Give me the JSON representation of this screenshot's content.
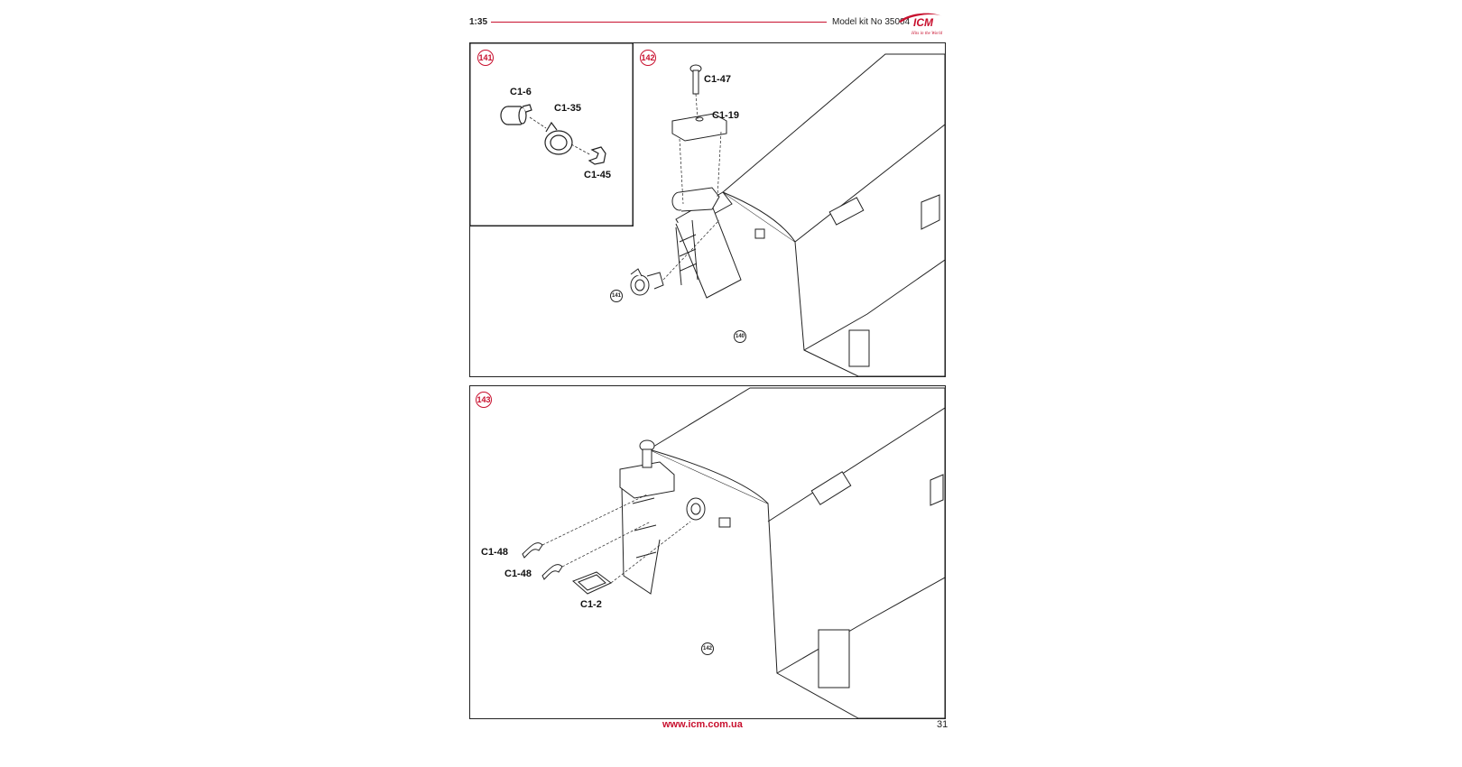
{
  "header": {
    "scale": "1:35",
    "kit": "Model kit No 35004",
    "brand": "ICM",
    "brand_tagline": "Hits in the World"
  },
  "steps": {
    "s141": {
      "number": "141",
      "parts": {
        "c1_6": "C1-6",
        "c1_35": "C1-35",
        "c1_45": "C1-45"
      }
    },
    "s142": {
      "number": "142",
      "parts": {
        "c1_47": "C1-47",
        "c1_19": "C1-19"
      },
      "refs": {
        "r141": "141",
        "r140": "140"
      }
    },
    "s143": {
      "number": "143",
      "parts": {
        "c1_48a": "C1-48",
        "c1_48b": "C1-48",
        "c1_2": "C1-2"
      },
      "refs": {
        "r142": "142"
      }
    }
  },
  "footer": {
    "url": "www.icm.com.ua",
    "page": "31"
  },
  "colors": {
    "accent": "#c8102e",
    "line": "#222222"
  }
}
